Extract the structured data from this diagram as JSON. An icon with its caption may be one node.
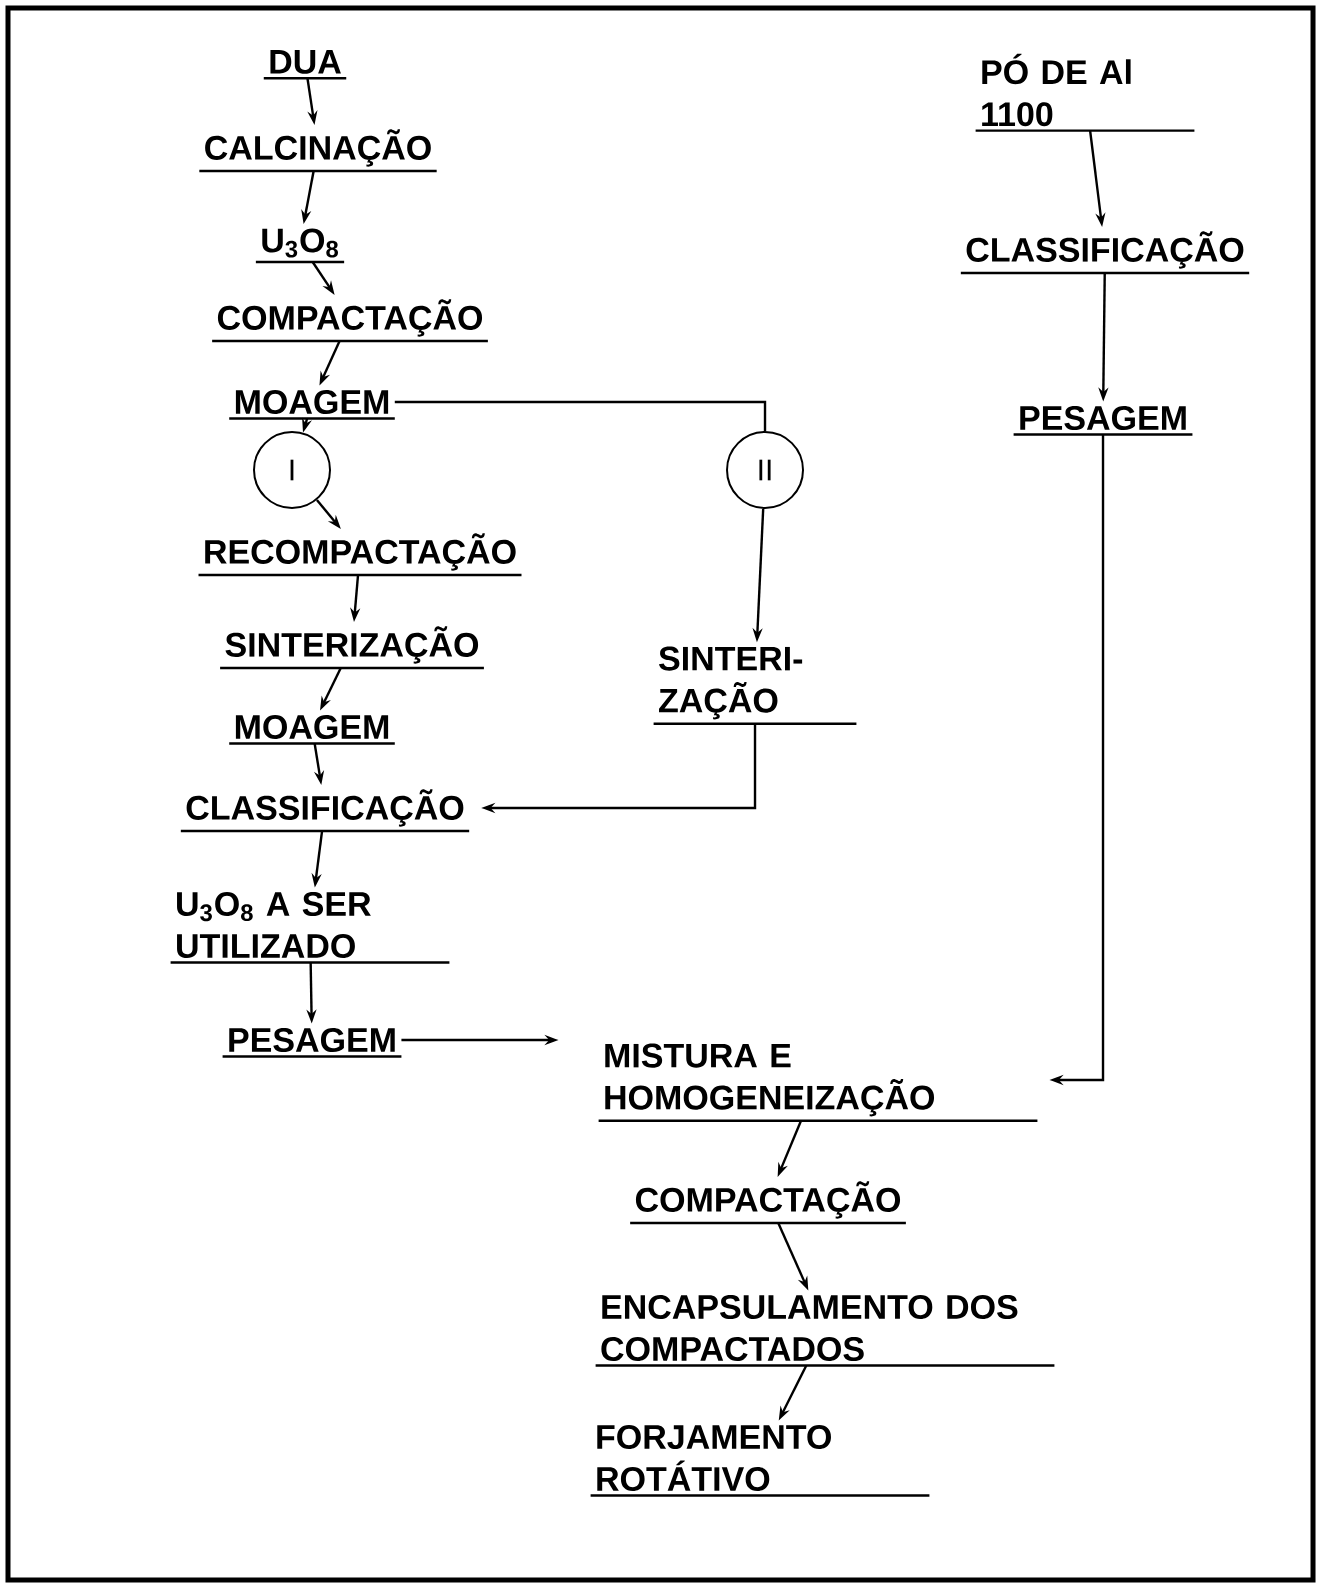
{
  "diagram": {
    "nodes": [
      {
        "text": [
          "DUA"
        ]
      },
      {
        "text": [
          "CALCINAÇÃO"
        ]
      },
      {
        "text": [
          "U$_{3}$O$_{8}$"
        ]
      },
      {
        "text": [
          "COMPACTAÇÃO"
        ]
      },
      {
        "text": [
          "MOAGEM"
        ]
      },
      {
        "text": [
          "I"
        ]
      },
      {
        "text": [
          "RECOMPACTAÇÃO"
        ]
      },
      {
        "text": [
          "SINTERIZAÇÃO"
        ]
      },
      {
        "text": [
          "MOAGEM"
        ]
      },
      {
        "text": [
          "CLASSIFICAÇÃO"
        ]
      },
      {
        "text": [
          "U$_{3}$O$_{8}$ A SER UTILIZADO"
        ]
      },
      {
        "text": [
          "PESAGEM"
        ]
      },
      {
        "text": [
          "II"
        ]
      },
      {
        "text": [
          "SINTERI- ZAÇÃO"
        ]
      },
      {
        "text": [
          "PÓ DE Al 1100"
        ]
      },
      {
        "text": [
          "CLASSIFICAÇÃO"
        ]
      },
      {
        "text": [
          "PESAGEM"
        ]
      },
      {
        "text": [
          "MISTURA E HOMOGENEIZAÇÃO"
        ]
      },
      {
        "text": [
          "COMPACTAÇÃO"
        ]
      },
      {
        "text": [
          "ENCAPSULAMENTO DOS COMPACTADOS"
        ]
      },
      {
        "text": [
          "FORJAMENTO ROTÁTIVO"
        ]
      }
    ],
    "edges": [
      {
        "from": 0,
        "to": 1,
        "arrow": "to"
      },
      {
        "from": 1,
        "to": 2,
        "arrow": "to"
      },
      {
        "from": 2,
        "to": 3,
        "arrow": "to"
      },
      {
        "from": 3,
        "to": 4,
        "arrow": "to"
      },
      {
        "from": 4,
        "to": 5,
        "arrow": "to"
      },
      {
        "from": 5,
        "to": 6,
        "arrow": "to"
      },
      {
        "from": 6,
        "to": 7,
        "arrow": "to"
      },
      {
        "from": 7,
        "to": 8,
        "arrow": "to"
      },
      {
        "from": 8,
        "to": 9,
        "arrow": "to"
      },
      {
        "from": 9,
        "to": 10,
        "arrow": "to"
      },
      {
        "from": 10,
        "to": 11,
        "arrow": "to"
      },
      {
        "from": 4,
        "to": 12,
        "arrow": "none"
      },
      {
        "from": 12,
        "to": 13,
        "arrow": "to"
      },
      {
        "from": 13,
        "to": 9,
        "arrow": "to"
      },
      {
        "from": 11,
        "to": 17,
        "arrow": "to"
      },
      {
        "from": 14,
        "to": 15,
        "arrow": "to"
      },
      {
        "from": 15,
        "to": 16,
        "arrow": "to"
      },
      {
        "from": 16,
        "to": 17,
        "arrow": "to"
      },
      {
        "from": 17,
        "to": 18,
        "arrow": "to"
      },
      {
        "from": 18,
        "to": 19,
        "arrow": "to"
      },
      {
        "from": 19,
        "to": 20,
        "arrow": "to"
      }
    ]
  }
}
